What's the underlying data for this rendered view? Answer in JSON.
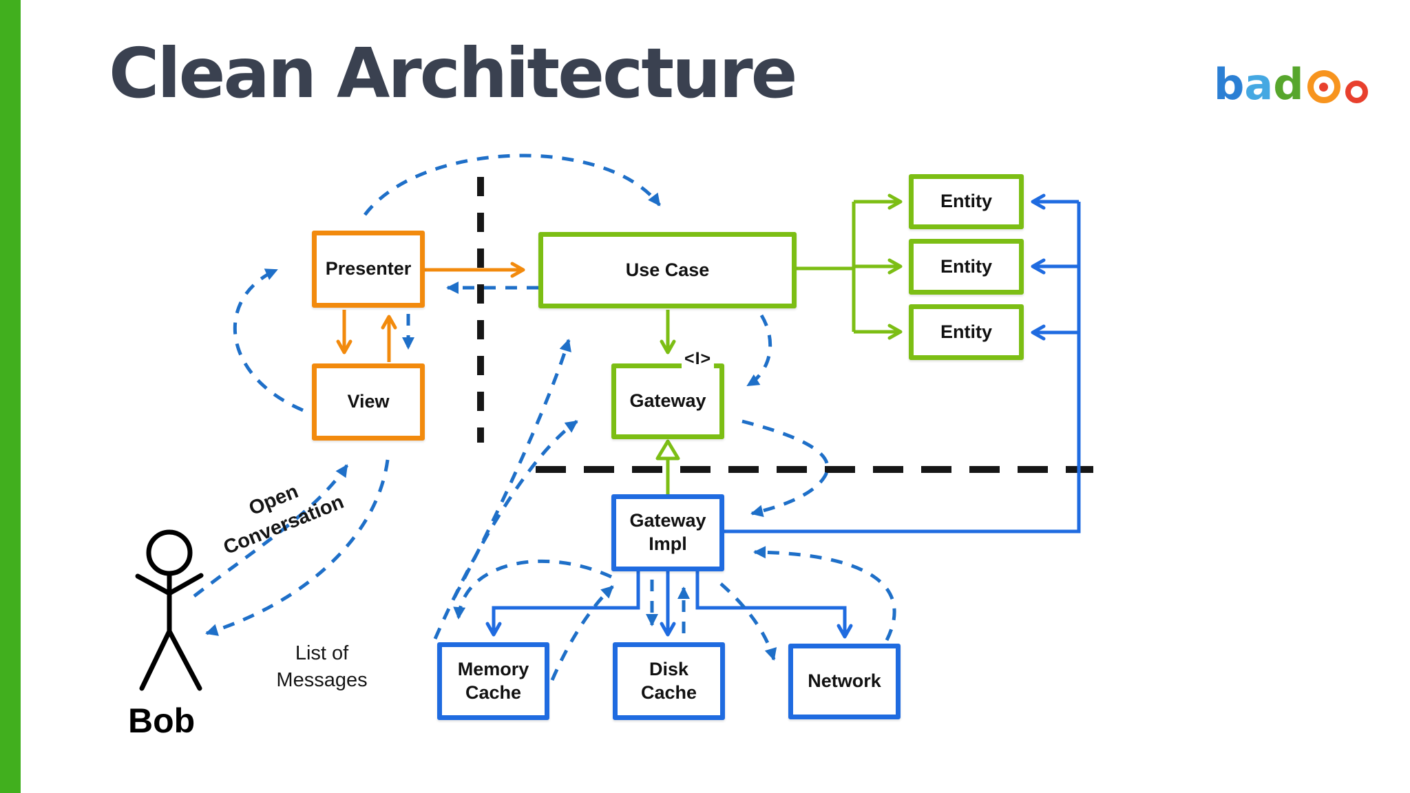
{
  "page": {
    "title": "Clean Architecture",
    "background_color": "#ffffff",
    "accent_bar_color": "#41AF1E"
  },
  "logo": {
    "name": "badoo",
    "letter_b": "b",
    "letter_a": "a",
    "letter_d": "d",
    "colors": {
      "b": "#2B7FD4",
      "a": "#45A8E2",
      "d": "#57A62C",
      "big_o_ring": "#F7941E",
      "big_o_dot": "#E8402D",
      "small_o_ring": "#E8402D"
    }
  },
  "nodes": {
    "presenter": "Presenter",
    "view": "View",
    "use_case": "Use Case",
    "entity_1": "Entity",
    "entity_2": "Entity",
    "entity_3": "Entity",
    "gateway": "Gateway",
    "gateway_impl": [
      "Gateway",
      "Impl"
    ],
    "memory_cache": [
      "Memory",
      "Cache"
    ],
    "disk_cache": [
      "Disk",
      "Cache"
    ],
    "network": "Network"
  },
  "annotations": {
    "interface_marker": "<I>",
    "actor_name": "Bob",
    "open_conversation": [
      "Open",
      "Conversation"
    ],
    "list_of_messages": [
      "List of",
      "Messages"
    ]
  },
  "colors": {
    "orange_layer": "#F28A0D",
    "green_layer": "#7CBE14",
    "blue_layer": "#1F6BE0",
    "flow_dashed_blue": "#1E6FC8",
    "boundary_dashed_black": "#161616",
    "title_text": "#3A4150"
  }
}
